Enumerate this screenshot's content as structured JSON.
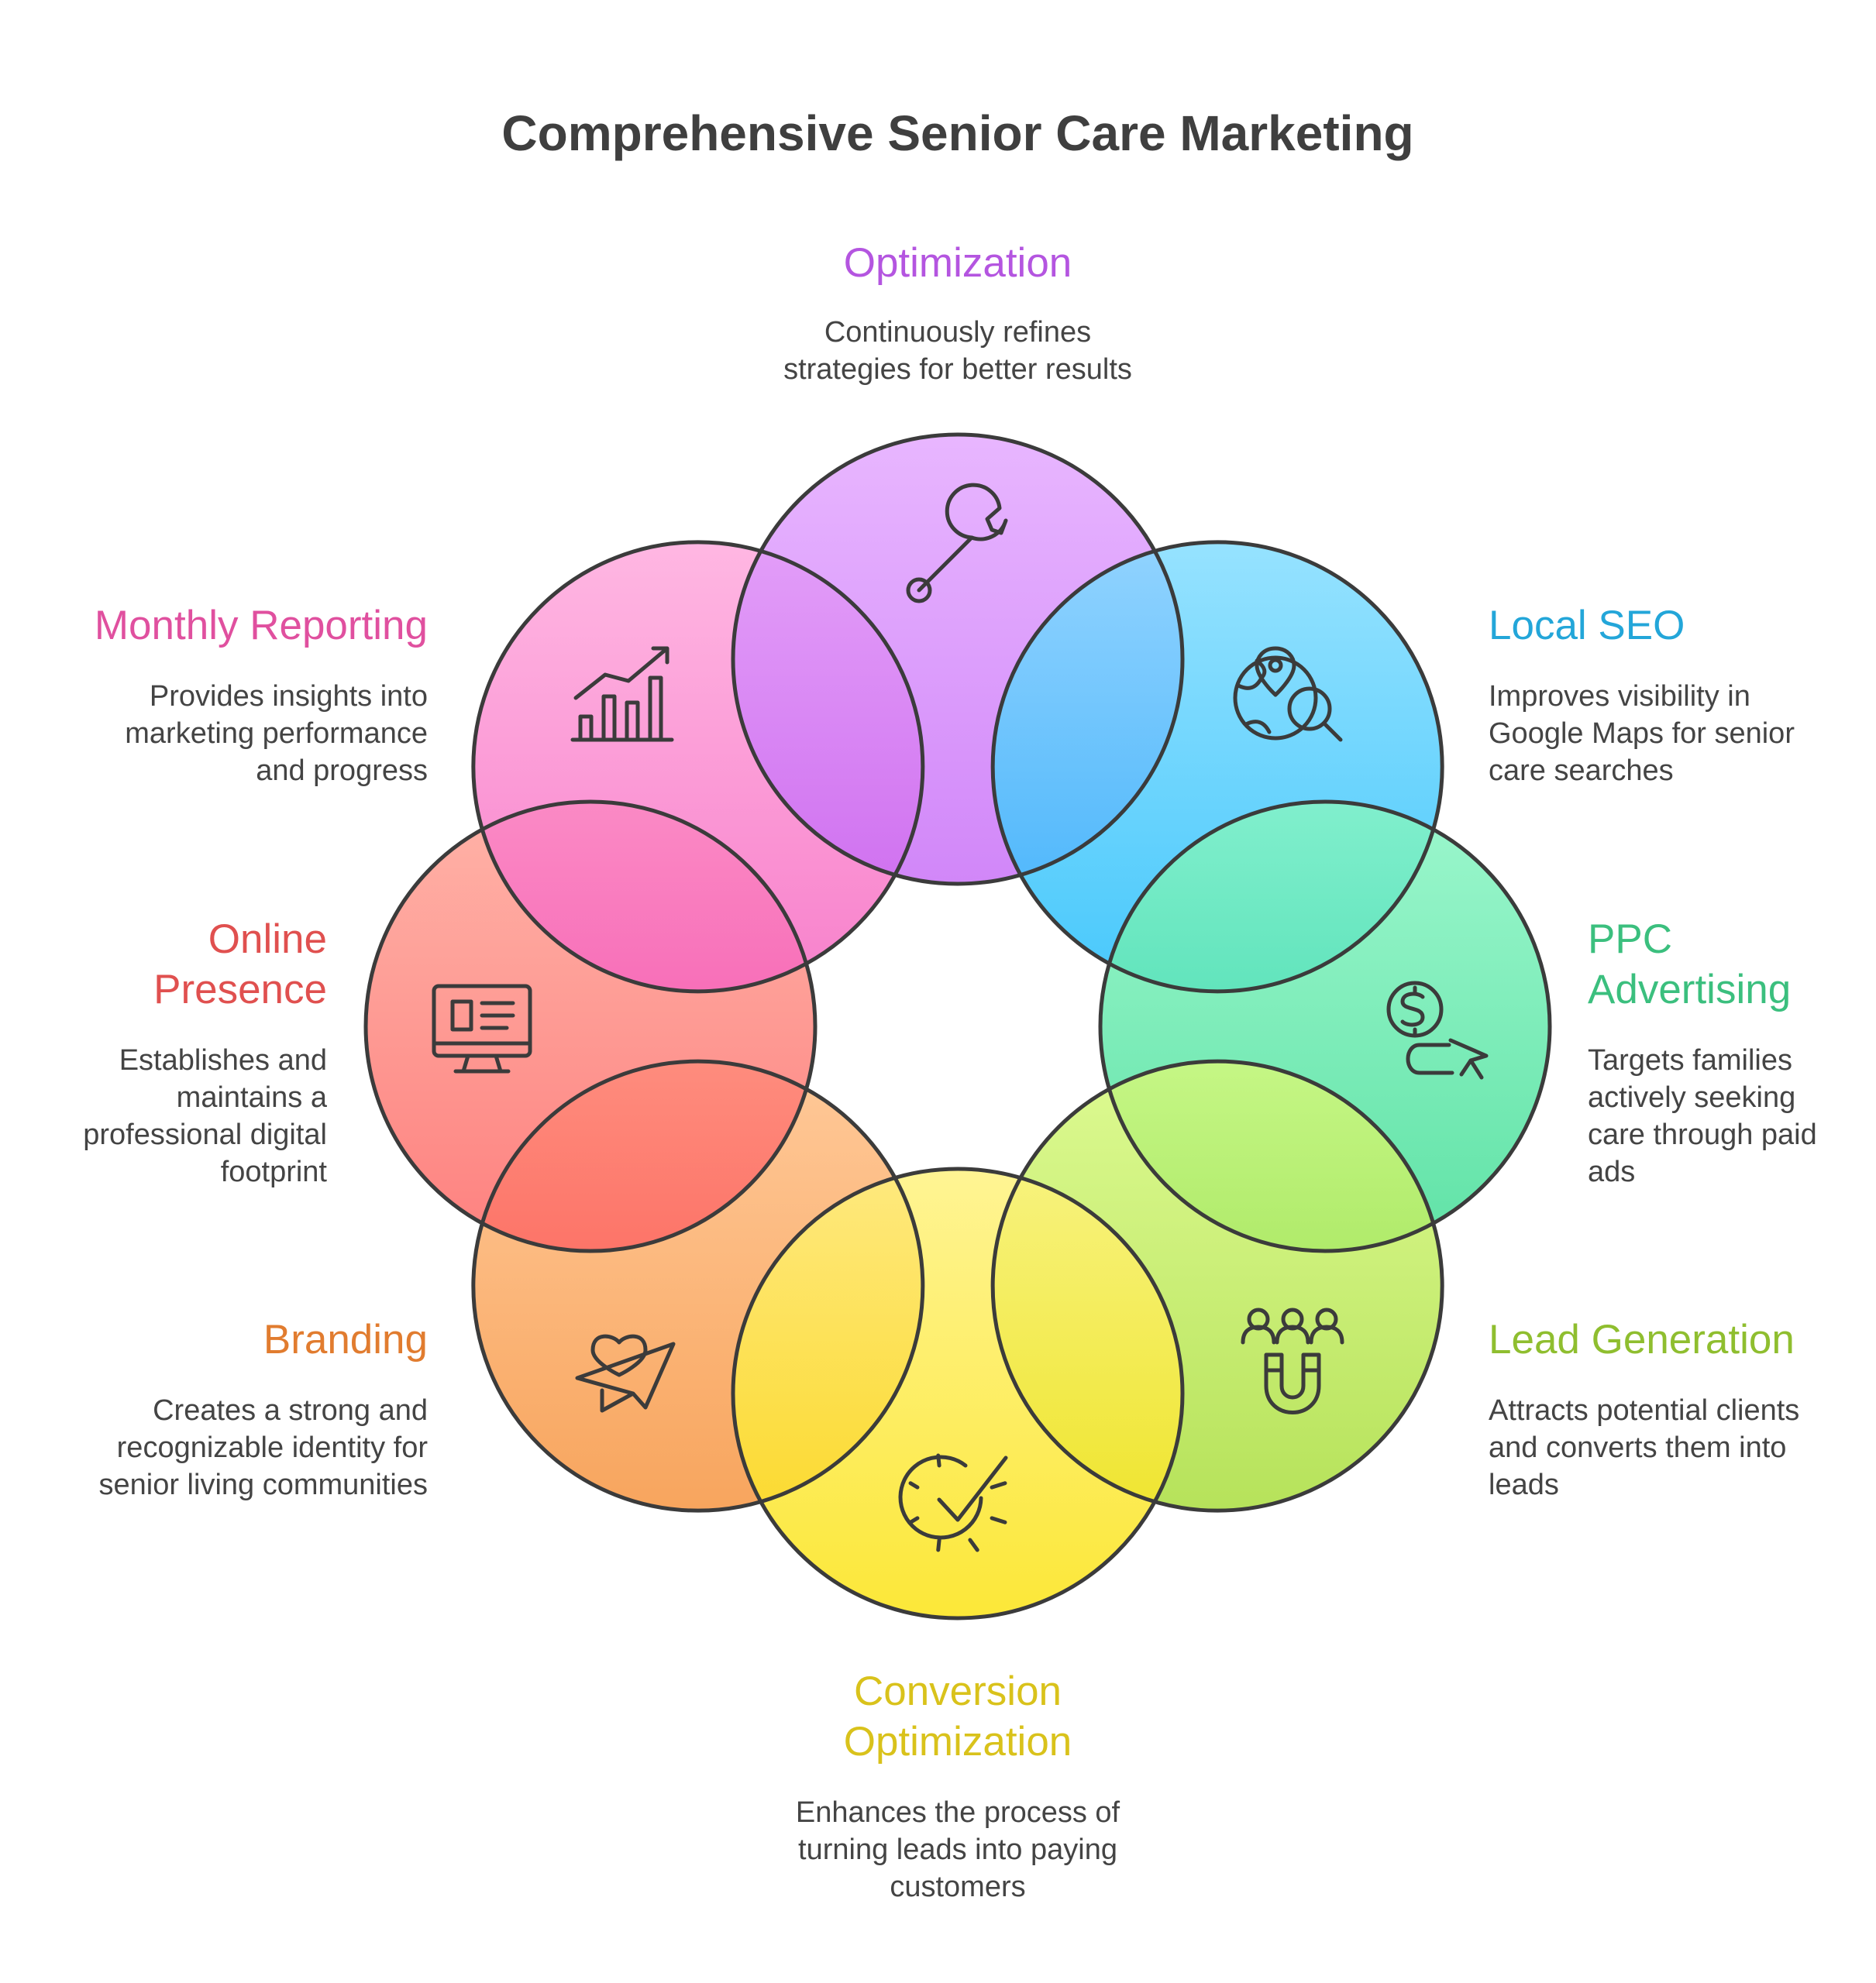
{
  "title": "Comprehensive Senior Care Marketing",
  "segments": [
    {
      "key": "optimization",
      "title_lines": [
        "Optimization"
      ],
      "desc_lines": [
        "Continuously refines",
        "strategies for better results"
      ],
      "color": "#b455e0",
      "fill_top": "#e3a6ff",
      "fill_bottom": "#c76cf7",
      "icon": "wrench-icon"
    },
    {
      "key": "local-seo",
      "title_lines": [
        "Local SEO"
      ],
      "desc_lines": [
        "Improves visibility in",
        "Google Maps for senior",
        "care searches"
      ],
      "color": "#23a6d9",
      "fill_top": "#7fdcff",
      "fill_bottom": "#1fbcfb",
      "icon": "globe-search-icon"
    },
    {
      "key": "ppc-advertising",
      "title_lines": [
        "PPC",
        "Advertising"
      ],
      "desc_lines": [
        "Targets families",
        "actively seeking",
        "care through paid",
        "ads"
      ],
      "color": "#3bbf7e",
      "fill_top": "#86f5c2",
      "fill_bottom": "#3ddc93",
      "icon": "dollar-click-icon"
    },
    {
      "key": "lead-generation",
      "title_lines": [
        "Lead Generation"
      ],
      "desc_lines": [
        "Attracts potential clients",
        "and converts them into",
        "leads"
      ],
      "color": "#8fbe2f",
      "fill_top": "#d6f97a",
      "fill_bottom": "#a6dc36",
      "icon": "people-magnet-icon"
    },
    {
      "key": "conversion-optimization",
      "title_lines": [
        "Conversion",
        "Optimization"
      ],
      "desc_lines": [
        "Enhances the process of",
        "turning leads into paying",
        "customers"
      ],
      "color": "#d9c21b",
      "fill_top": "#fff27c",
      "fill_bottom": "#fbe20c",
      "icon": "gear-check-icon"
    },
    {
      "key": "branding",
      "title_lines": [
        "Branding"
      ],
      "desc_lines": [
        "Creates a strong and",
        "recognizable identity for",
        "senior living communities"
      ],
      "color": "#e17c2f",
      "fill_top": "#ffbd82",
      "fill_bottom": "#f6913a",
      "icon": "heart-plane-icon"
    },
    {
      "key": "online-presence",
      "title_lines": [
        "Online",
        "Presence"
      ],
      "desc_lines": [
        "Establishes and",
        "maintains a",
        "professional digital",
        "footprint"
      ],
      "color": "#e0504f",
      "fill_top": "#ffa294",
      "fill_bottom": "#fd6563",
      "icon": "monitor-icon"
    },
    {
      "key": "monthly-reporting",
      "title_lines": [
        "Monthly Reporting"
      ],
      "desc_lines": [
        "Provides insights into",
        "marketing performance",
        "and progress"
      ],
      "color": "#e0509f",
      "fill_top": "#ffa7dc",
      "fill_bottom": "#f665c0",
      "icon": "growth-chart-icon"
    }
  ]
}
